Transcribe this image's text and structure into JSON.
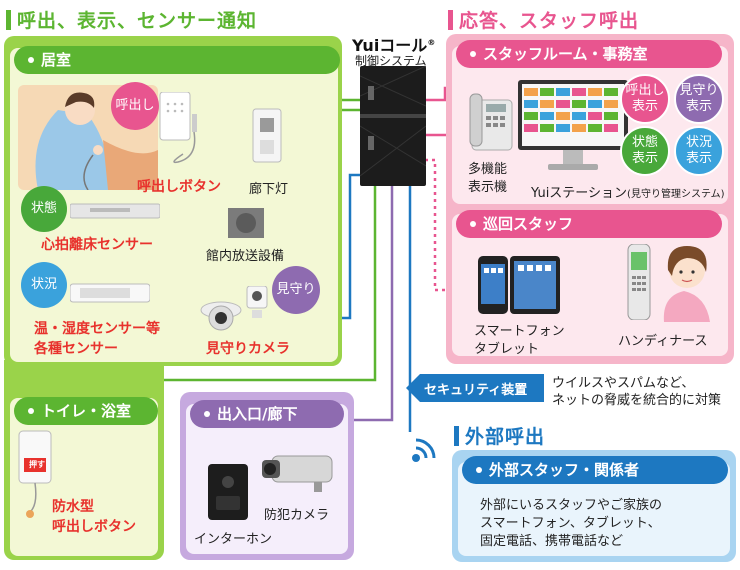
{
  "left_section": {
    "title": "呼出、表示、センサー通知",
    "color": "#5cb531"
  },
  "right_section": {
    "title": "応答、スタッフ呼出",
    "color": "#e8558f"
  },
  "controller": {
    "brand": "Yuiコール",
    "brand_mark": "®",
    "subtitle": "制御システム"
  },
  "kyoshitsu": {
    "header": "居室",
    "call_circle": "呼出し",
    "call_button": "呼出しボタン",
    "corridor_light": "廊下灯",
    "status_circle": "状態",
    "heart_sensor": "心拍離床センサー",
    "pa_system": "館内放送設備",
    "situation_circle": "状況",
    "temp_sensor_1": "温・湿度センサー等",
    "temp_sensor_2": "各種センサー",
    "watch_circle": "見守り",
    "watch_camera": "見守りカメラ"
  },
  "toilet": {
    "header": "トイレ・浴室",
    "button_text": "押す",
    "label_1": "防水型",
    "label_2": "呼出しボタン"
  },
  "entrance": {
    "header": "出入口/廊下",
    "intercom": "インターホン",
    "camera": "防犯カメラ"
  },
  "staff_room": {
    "header": "スタッフルーム・事務室",
    "display_1": "多機能",
    "display_2": "表示機",
    "station": "Yuiステーション",
    "station_sub": "(見守り管理システム)",
    "circles": [
      "呼出し\n表示",
      "見守り\n表示",
      "状態\n表示",
      "状況\n表示"
    ]
  },
  "patrol": {
    "header": "巡回スタッフ",
    "phone_1": "スマートフォン",
    "phone_2": "タブレット",
    "handy": "ハンディナース"
  },
  "security": {
    "label": "セキュリティ装置",
    "desc_1": "ウイルスやスパムなど、",
    "desc_2": "ネットの脅威を統合的に対策"
  },
  "external": {
    "title": "外部呼出",
    "header": "外部スタッフ・関係者",
    "desc_1": "外部にいるスタッフやご家族の",
    "desc_2": "スマートフォン、タブレット、",
    "desc_3": "固定電話、携帯電話など"
  },
  "colors": {
    "green": "#5cb531",
    "light_green_bg": "#eef7c8",
    "pink": "#e8558f",
    "pink_bg": "#fde8ee",
    "purple": "#8e6bb0",
    "purple_bg": "#f0e8f6",
    "blue": "#1d78c1",
    "blue_bg": "#e4f1fb",
    "red_circle": "#e8558f",
    "green_circle": "#48a83a",
    "blue_circle": "#3aa2dc"
  },
  "icons": [
    "nurse-patient-illustration",
    "call-speaker-device",
    "wall-light",
    "pa-speaker",
    "bed-sensor",
    "temp-sensor",
    "dome-camera",
    "small-camera",
    "control-unit",
    "wifi-signal",
    "desk-phone",
    "monitor-screen",
    "smartphone",
    "tablet",
    "handy-phone",
    "nurse-illustration",
    "waterproof-button",
    "intercom-device",
    "security-camera"
  ]
}
